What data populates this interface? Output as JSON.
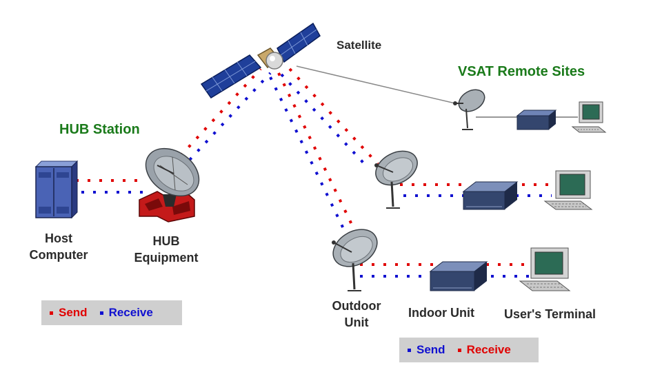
{
  "labels": {
    "satellite": "Satellite",
    "vsat_remote_sites": "VSAT Remote Sites",
    "hub_station": "HUB Station",
    "host_computer": [
      "Host",
      "Computer"
    ],
    "hub_equipment": [
      "HUB",
      "Equipment"
    ],
    "outdoor_unit": [
      "Outdoor",
      "Unit"
    ],
    "indoor_unit": "Indoor Unit",
    "users_terminal": "User's Terminal"
  },
  "legend_hub": {
    "send": "Send",
    "receive": "Receive"
  },
  "legend_remote": {
    "send": "Send",
    "receive": "Receive"
  },
  "colors": {
    "send_hub": "#e00000",
    "receive_hub": "#1010d0",
    "send_remote": "#1010d0",
    "receive_remote": "#e00000",
    "label_green": "#1a7a1a",
    "legend_bg": "#cfcfcf"
  }
}
